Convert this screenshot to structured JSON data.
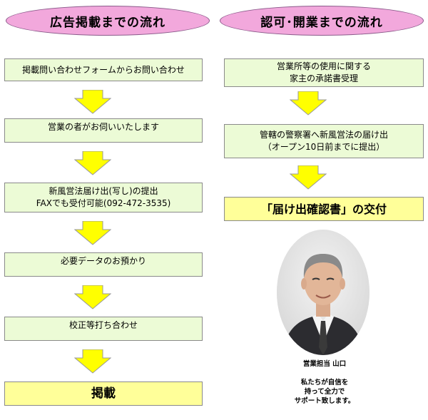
{
  "left_flow": {
    "title": "広告掲載までの流れ",
    "steps": [
      "掲載問い合わせフォームからお問い合わせ",
      "営業の者がお伺いいたします",
      "新風営法届け出(写し)の提出",
      "FAXでも受付可能(092-472-3535)",
      "必要データのお預かり",
      "校正等打ち合わせ"
    ],
    "final": "掲載"
  },
  "right_flow": {
    "title": "認可･開業までの流れ",
    "steps": [
      "営業所等の使用に関する",
      "家主の承諾書受理",
      "管轄の警察署へ新風営法の届け出",
      "（オープン10日前までに提出）"
    ],
    "final": "「届け出確認書」の交付"
  },
  "representative": {
    "name_line": "営業担当 山口",
    "message": [
      "私たちが自信を",
      "持って全力で",
      "サポート致します。"
    ]
  },
  "colors": {
    "oval_fill": "#f2a8dc",
    "step_fill": "#ecfbd6",
    "final_fill": "#ffff99",
    "arrow_fill": "#ffff00"
  }
}
